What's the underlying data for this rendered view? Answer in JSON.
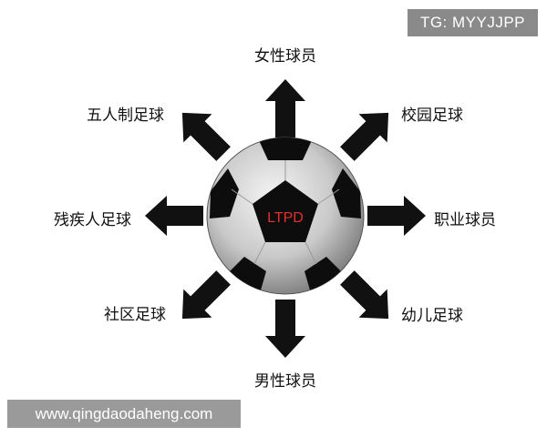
{
  "center": {
    "label": "LTPD"
  },
  "branches": {
    "top": "女性球员",
    "top_right": "校园足球",
    "right": "职业球员",
    "bottom_right": "幼儿足球",
    "bottom": "男性球员",
    "bottom_left": "社区足球",
    "left": "残疾人足球",
    "top_left": "五人制足球"
  },
  "watermarks": {
    "top_right": "TG: MYYJJPP",
    "bottom_left": "www.qingdaodaheng.com"
  },
  "colors": {
    "arrow": "#111111",
    "center_text": "#e5302a",
    "watermark_bg": "#8a8a8a"
  }
}
